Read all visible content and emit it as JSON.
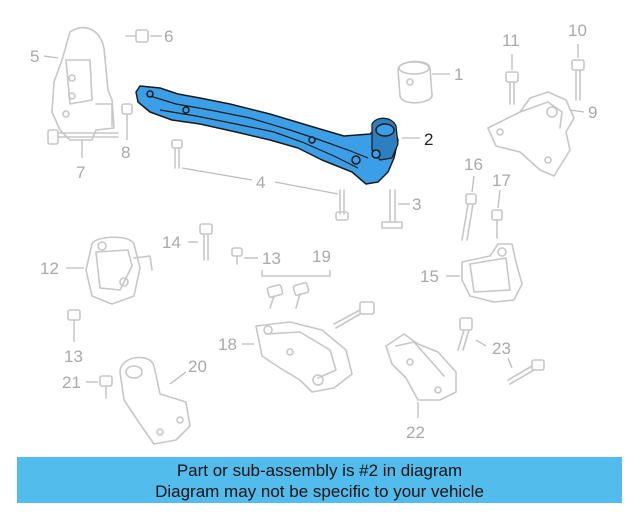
{
  "diagram": {
    "callouts": {
      "c1": "1",
      "c2": "2",
      "c3": "3",
      "c4": "4",
      "c5": "5",
      "c6": "6",
      "c7": "7",
      "c8": "8",
      "c9": "9",
      "c10": "10",
      "c11": "11",
      "c12": "12",
      "c13a": "13",
      "c13b": "13",
      "c14": "14",
      "c15": "15",
      "c16": "16",
      "c17": "17",
      "c18": "18",
      "c19": "19",
      "c20": "20",
      "c21": "21",
      "c22": "22",
      "c23": "23"
    },
    "highlight_color": "#3a9fe6"
  },
  "caption": {
    "line1": "Part or sub-assembly is #2 in diagram",
    "line2": "Diagram may not be specific to your vehicle",
    "background": "#52bcec"
  }
}
